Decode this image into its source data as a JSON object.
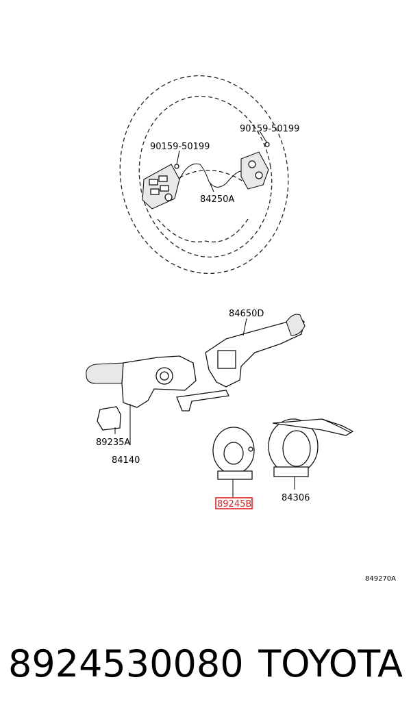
{
  "labels": {
    "bolt_right": "90159-50199",
    "bolt_left": "90159-50199",
    "switch_assy": "84250A",
    "wiper_switch": "84650D",
    "cruise_switch": "89235A",
    "turn_switch": "84140",
    "sensor": "89245B",
    "spiral_cable": "84306",
    "figure_code": "849270A"
  },
  "caption": {
    "part_number": "8924530080",
    "brand": "TOYOTA"
  },
  "colors": {
    "highlight": "#e02020",
    "line": "#000000"
  }
}
